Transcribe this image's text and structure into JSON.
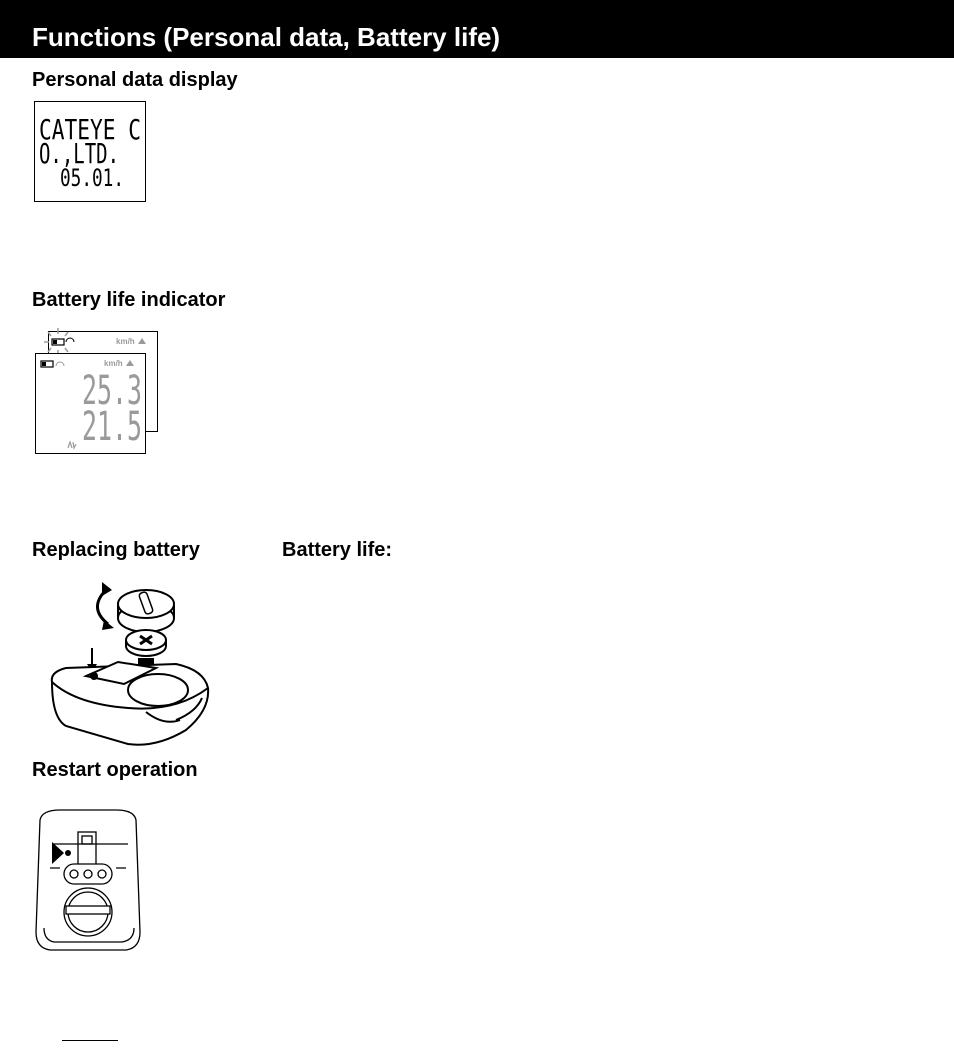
{
  "header": {
    "title": "Functions (Personal data, Battery life)"
  },
  "sections": {
    "personal_data": {
      "heading": "Personal data display",
      "lcd_lines": [
        "CATEYE C",
        "O.,LTD.",
        "05.01."
      ]
    },
    "battery_indicator": {
      "heading": "Battery life indicator",
      "unit_label": "km/h",
      "speed_value": "25.3",
      "distance_value": "21.5"
    },
    "replacing_battery": {
      "heading": "Replacing battery",
      "battery_life_label": "Battery life:"
    },
    "restart": {
      "heading": "Restart operation"
    }
  },
  "colors": {
    "header_bg": "#000000",
    "header_text": "#ffffff",
    "lcd_dim": "#9a9a9a"
  }
}
